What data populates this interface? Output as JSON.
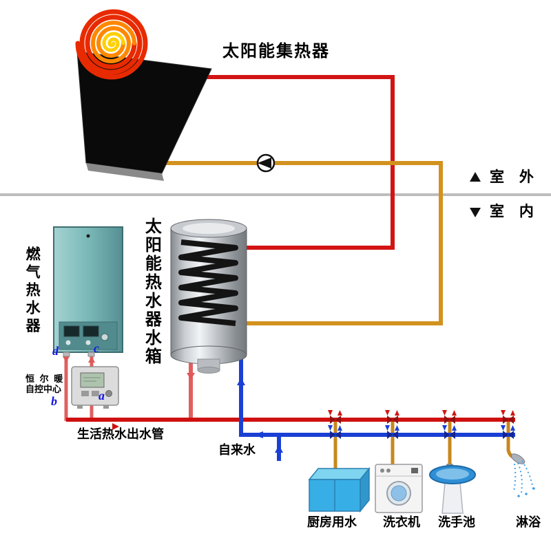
{
  "title": "太阳能集热器",
  "zones": {
    "outdoor": "室 外",
    "indoor": "室 内"
  },
  "devices": {
    "gas_heater": "燃气热水器",
    "tank": "太阳能热水器水箱",
    "control_center_line1": "恒 尔 暖",
    "control_center_line2": "自控中心"
  },
  "ports": {
    "a": "a",
    "b": "b",
    "c": "c",
    "d": "d"
  },
  "pipes": {
    "domestic_hot_water_out": "生活热水出水管",
    "tap_water": "自来水"
  },
  "fixtures": {
    "kitchen": "厨房用水",
    "washing_machine": "洗衣机",
    "wash_basin": "洗手池",
    "shower": "淋浴"
  },
  "colors": {
    "solar_hot_pipe": "#d21414",
    "solar_return_pipe": "#d2921e",
    "cold_water_pipe": "#1a3fd4",
    "heater_loop_pipe": "#e06060",
    "fixture_branch_pipe": "#c8881e",
    "collector_panel": "#0a0a0a",
    "sun_outer": "#e82a00",
    "sun_mid": "#ff8800",
    "sun_inner": "#ffcf00",
    "gas_heater_body": "#7ab8b8",
    "tank_body": "#c2c6ca"
  }
}
